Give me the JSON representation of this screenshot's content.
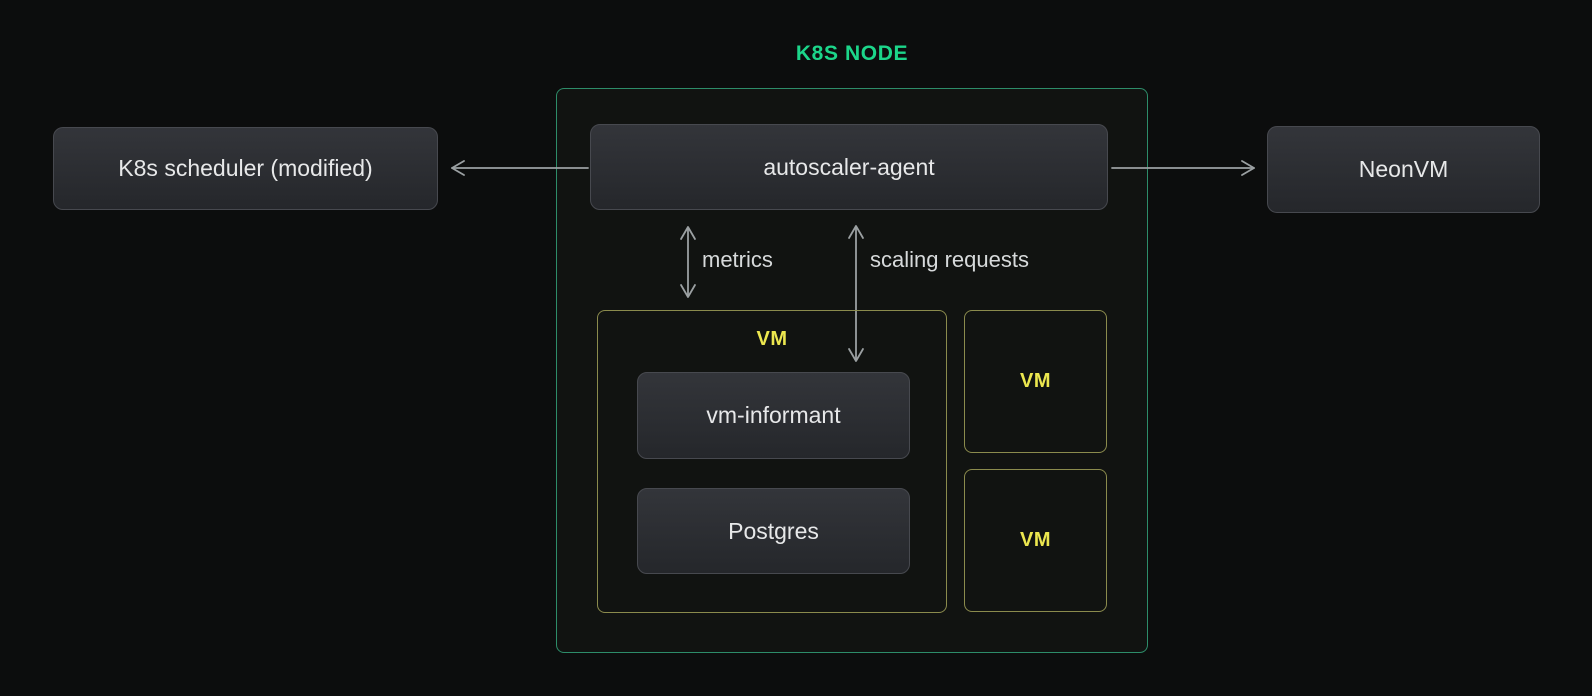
{
  "diagram": {
    "title": "K8S NODE",
    "nodes": {
      "scheduler": {
        "label": "K8s scheduler (modified)"
      },
      "autoscaler": {
        "label": "autoscaler-agent"
      },
      "neonvm": {
        "label": "NeonVM"
      },
      "vm_main": {
        "label": "VM"
      },
      "vm_informant": {
        "label": "vm-informant"
      },
      "postgres": {
        "label": "Postgres"
      },
      "vm_small_1": {
        "label": "VM"
      },
      "vm_small_2": {
        "label": "VM"
      }
    },
    "edges": {
      "scheduler_link": {
        "direction": "left",
        "label": ""
      },
      "neonvm_link": {
        "direction": "right",
        "label": ""
      },
      "metrics": {
        "label": "metrics",
        "direction": "bidirectional"
      },
      "scaling_requests": {
        "label": "scaling requests",
        "direction": "bidirectional"
      }
    },
    "colors": {
      "background": "#0c0d0d",
      "title_green": "#1cd68a",
      "node_border_green": "#2d8c69",
      "vm_border_yellow": "#8b8b4d",
      "vm_label_yellow": "#ece74f",
      "chip_border": "#47494f",
      "chip_text": "#e7e8e9",
      "arrow_gray": "#9ba0a2"
    }
  }
}
